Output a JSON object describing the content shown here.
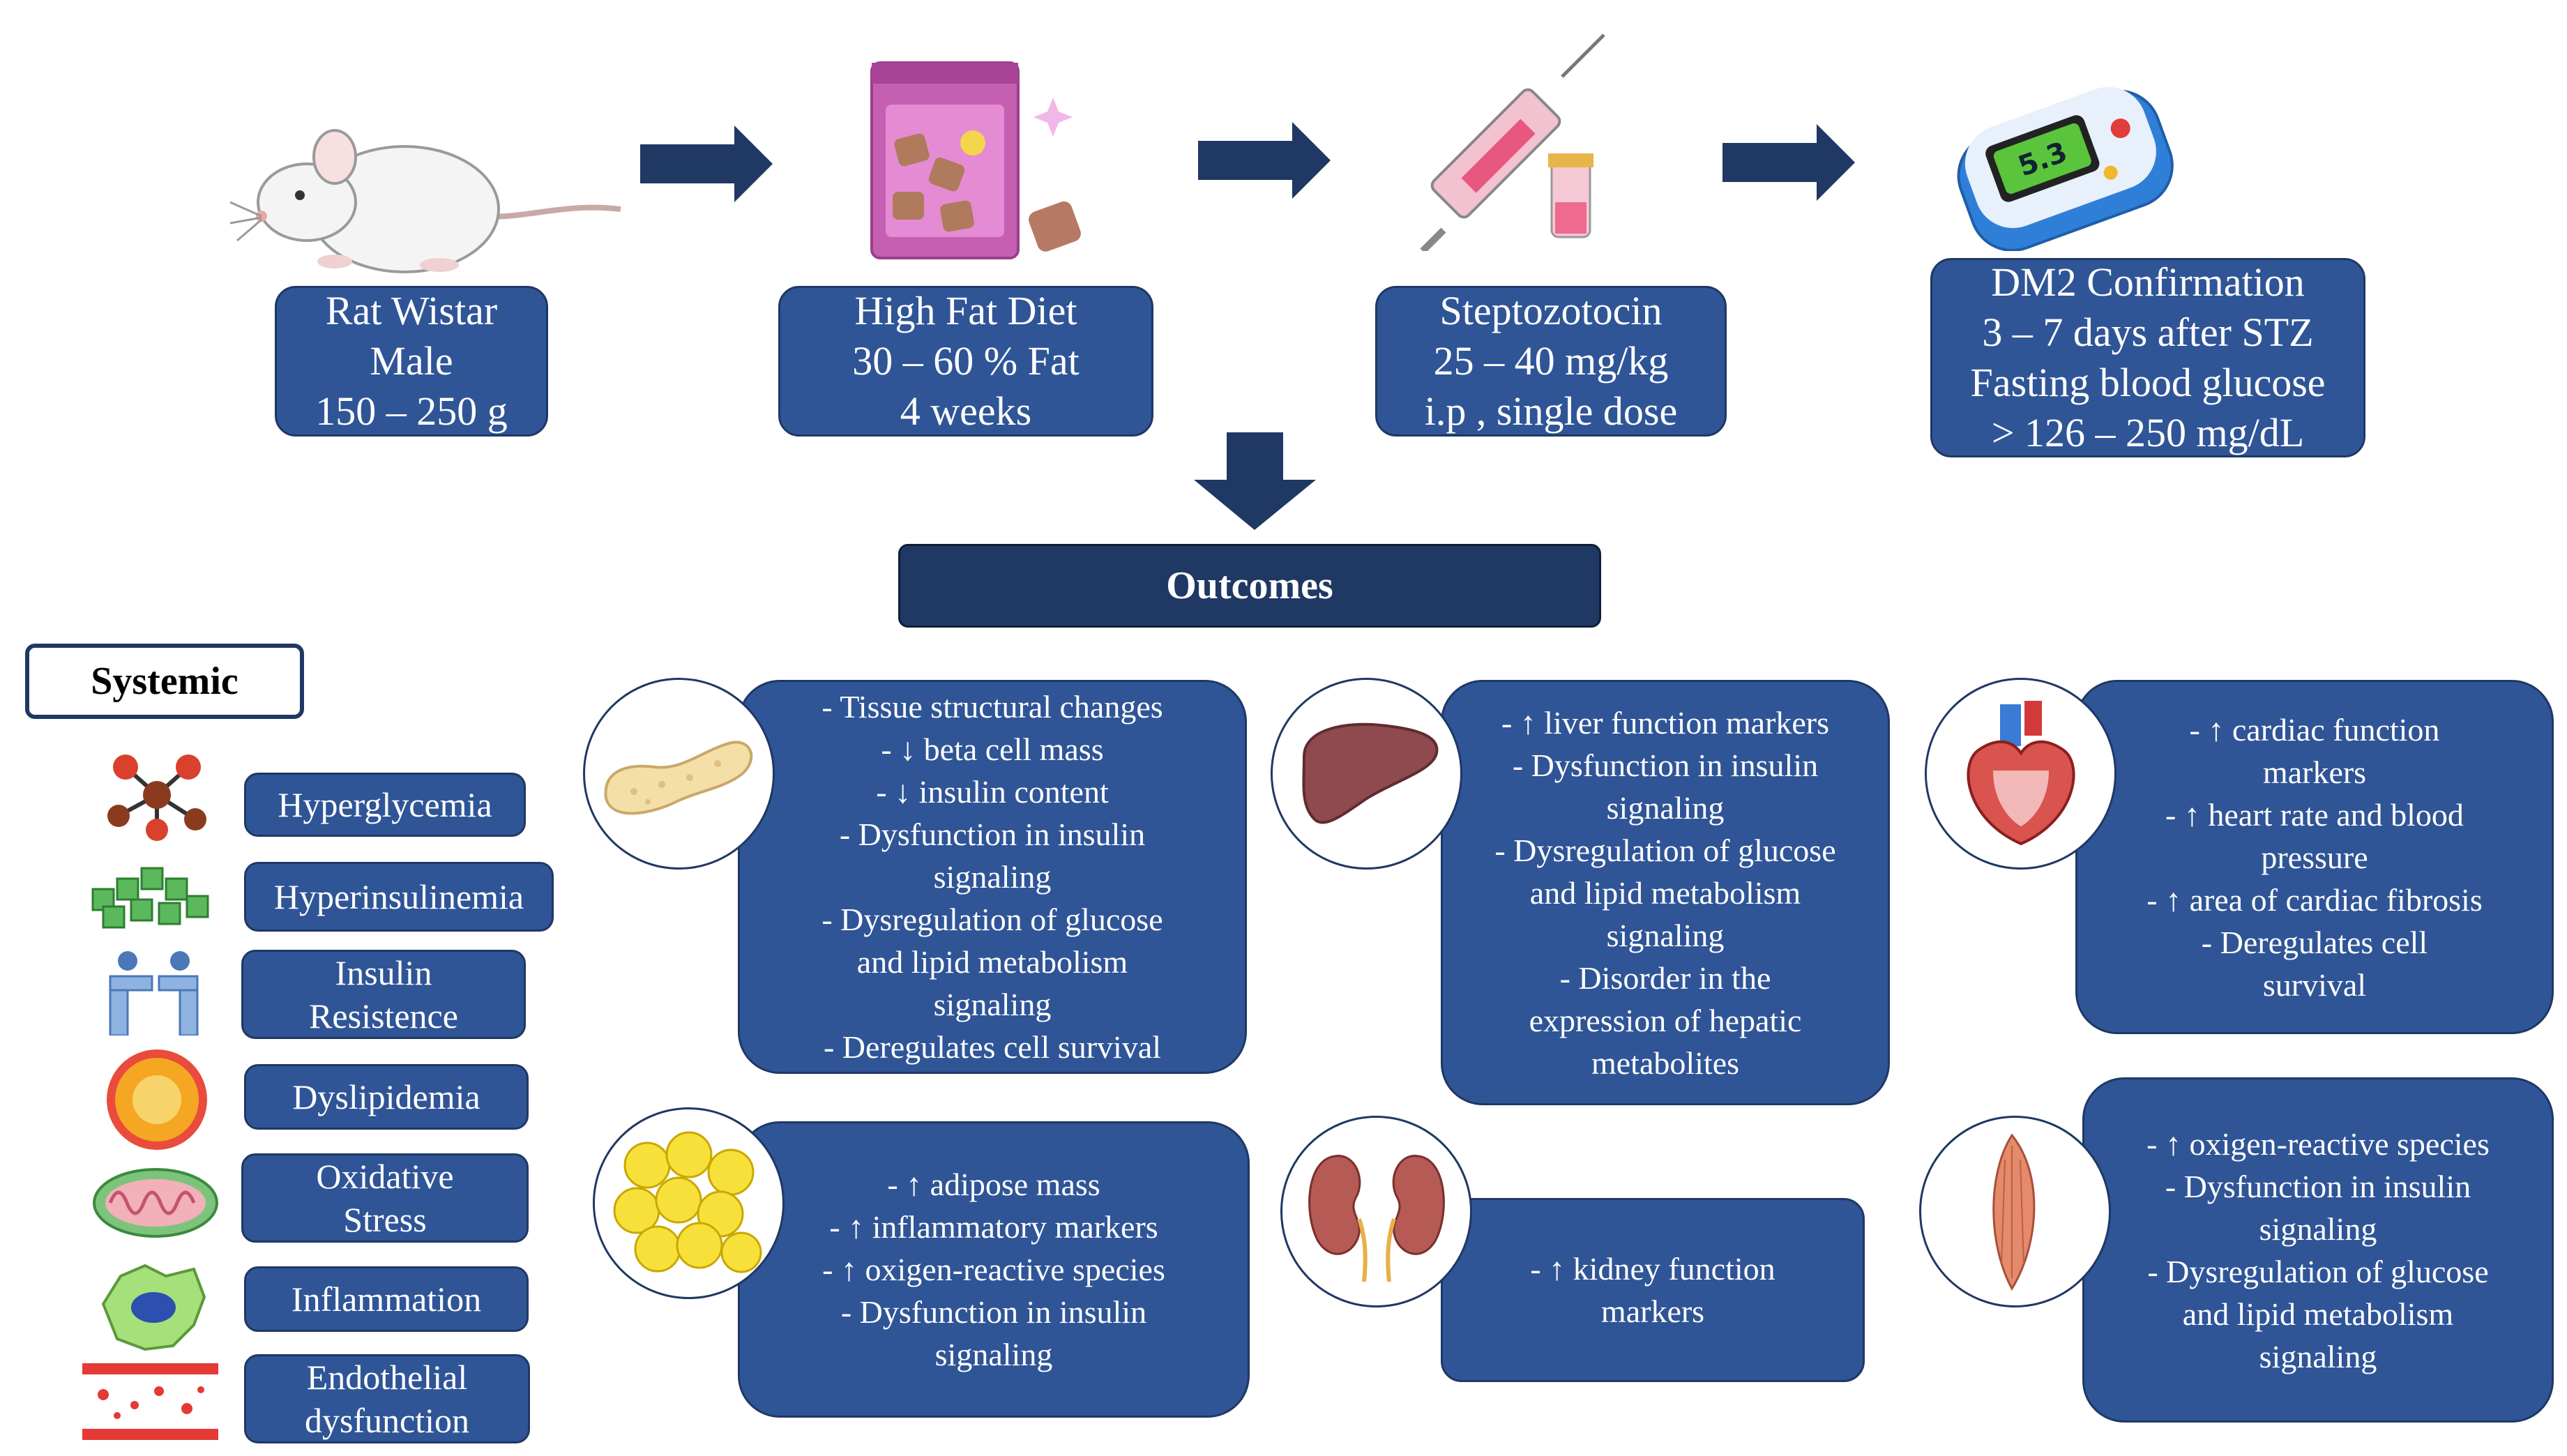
{
  "steps": [
    {
      "lines": [
        "Rat Wistar",
        "Male",
        "150 – 250 g"
      ]
    },
    {
      "lines": [
        "High Fat Diet",
        "30 – 60 % Fat",
        "4 weeks"
      ]
    },
    {
      "lines": [
        "Steptozotocin",
        "25 – 40 mg/kg",
        "i.p , single dose"
      ]
    },
    {
      "lines": [
        "DM2 Confirmation",
        "3 – 7 days after STZ",
        "Fasting blood glucose",
        "> 126 – 250 mg/dL"
      ]
    }
  ],
  "glucometer_reading": "5.3",
  "outcomes_label": "Outcomes",
  "systemic_label": "Systemic",
  "systemic_items": [
    {
      "lines": [
        "Hyperglycemia"
      ]
    },
    {
      "lines": [
        "Hyperinsulinemia"
      ]
    },
    {
      "lines": [
        "Insulin",
        "Resistence"
      ]
    },
    {
      "lines": [
        "Dyslipidemia"
      ]
    },
    {
      "lines": [
        "Oxidative",
        "Stress"
      ]
    },
    {
      "lines": [
        "Inflammation"
      ]
    },
    {
      "lines": [
        "Endothelial",
        "dysfunction"
      ]
    }
  ],
  "organs": {
    "pancreas": {
      "lines": [
        "- Tissue structural changes",
        "- ↓ beta cell mass",
        "- ↓ insulin content",
        "- Dysfunction in insulin",
        "signaling",
        "-    Dysregulation of glucose",
        "and lipid metabolism",
        "signaling",
        "- Deregulates cell survival"
      ]
    },
    "liver": {
      "lines": [
        "- ↑ liver function markers",
        "- Dysfunction in insulin",
        "signaling",
        "- Dysregulation of glucose",
        "and lipid metabolism",
        "signaling",
        "- Disorder in the",
        "expression of hepatic",
        "metabolites"
      ]
    },
    "heart": {
      "lines": [
        "- ↑ cardiac function",
        "markers",
        "- ↑ heart rate and blood",
        "pressure",
        "- ↑ area of cardiac fibrosis",
        "-    Deregulates cell",
        "survival"
      ]
    },
    "adipose": {
      "lines": [
        "- ↑ adipose mass",
        "- ↑ inflammatory markers",
        "- ↑ oxigen-reactive species",
        "- Dysfunction in insulin",
        "signaling"
      ]
    },
    "kidney": {
      "lines": [
        "- ↑ kidney function",
        "markers"
      ]
    },
    "muscle": {
      "lines": [
        "- ↑ oxigen-reactive species",
        "- Dysfunction in insulin",
        "signaling",
        "- Dysregulation of glucose",
        "and lipid metabolism",
        "signaling"
      ]
    }
  },
  "colors": {
    "box_fill": "#2f5597",
    "box_border": "#1f3864",
    "arrow": "#1f3864"
  }
}
